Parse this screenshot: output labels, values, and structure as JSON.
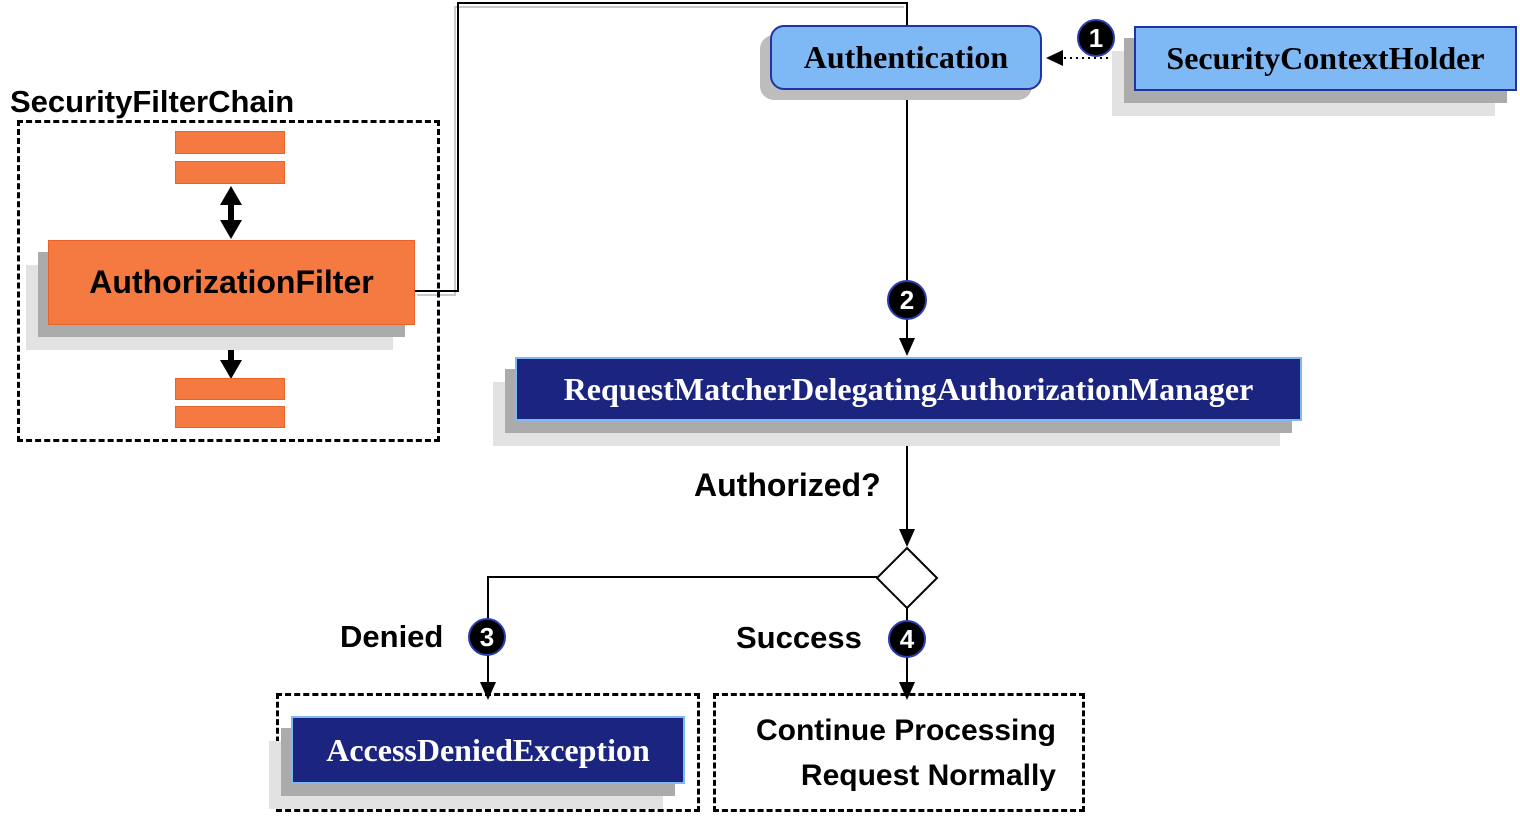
{
  "colors": {
    "orange_fill": "#F47A42",
    "orange_border": "#E8632A",
    "light_blue_fill": "#7FB9F5",
    "blue_border": "#2233A2",
    "navy_fill": "#1B2580",
    "shadow_gray": "#ABABAB",
    "line_black": "#000000",
    "text_white": "#FFFFFF"
  },
  "filter_chain": {
    "title": "SecurityFilterChain",
    "filter": "AuthorizationFilter"
  },
  "flow": {
    "authentication": "Authentication",
    "security_context_holder": "SecurityContextHolder",
    "authorization_manager": "RequestMatcherDelegatingAuthorizationManager",
    "decision_label": "Authorized?",
    "denied_label": "Denied",
    "success_label": "Success",
    "access_denied_exception": "AccessDeniedException",
    "continue_processing": {
      "line1": "Continue Processing",
      "line2": "Request Normally"
    }
  },
  "badges": {
    "step1": "1",
    "step2": "2",
    "step3": "3",
    "step4": "4"
  }
}
